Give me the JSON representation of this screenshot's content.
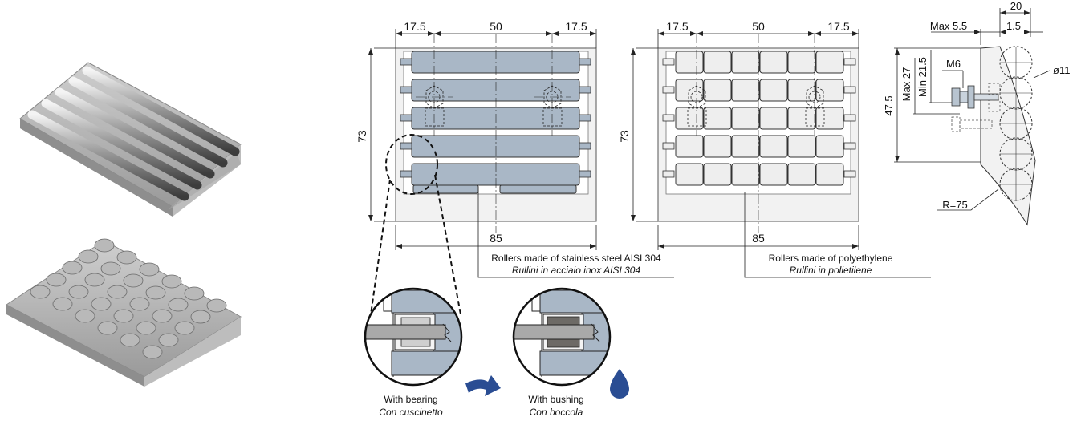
{
  "views": {
    "steel": {
      "dim_left": "17.5",
      "dim_center": "50",
      "dim_right": "17.5",
      "dim_height": "73",
      "dim_width": "85",
      "caption_en": "Rollers made of stainless steel AISI 304",
      "caption_it": "Rullini in acciaio inox AISI 304"
    },
    "poly": {
      "dim_left": "17.5",
      "dim_center": "50",
      "dim_right": "17.5",
      "dim_height": "73",
      "dim_width": "85",
      "caption_en": "Rollers made of polyethylene",
      "caption_it": "Rullini in polietilene"
    },
    "side": {
      "dim_top": "20",
      "dim_max": "Max 5.5",
      "dim_gap": "1.5",
      "dim_max27": "Max 27",
      "dim_min": "Min 21.5",
      "dim_height": "47.5",
      "thread": "M6",
      "diameter": "ø11",
      "radius": "R=75"
    }
  },
  "details": {
    "bearing": {
      "label_en": "With bearing",
      "label_it": "Con cuscinetto"
    },
    "bushing": {
      "label_en": "With bushing",
      "label_it": "Con boccola"
    }
  },
  "colors": {
    "roller_steel": "#a9b7c6",
    "roller_poly": "#eeeeee",
    "frame": "#f2f2f2",
    "icon_blue": "#2a4d93"
  }
}
